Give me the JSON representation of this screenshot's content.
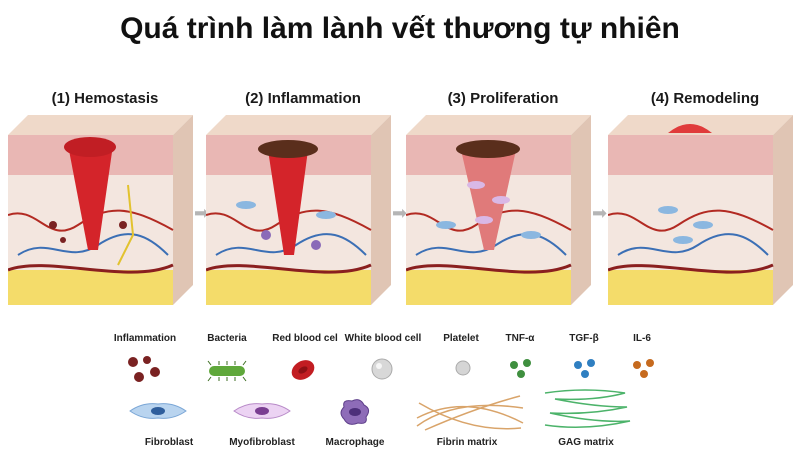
{
  "title": "Quá trình làm lành vết thương tự nhiên",
  "stages": [
    {
      "label": "(1) Hemostasis"
    },
    {
      "label": "(2) Inflammation"
    },
    {
      "label": "(3) Proliferation"
    },
    {
      "label": "(4) Remodeling"
    }
  ],
  "legend": {
    "row1": [
      "Inflammation",
      "Bacteria",
      "Red blood cel",
      "White blood cell",
      "Platelet",
      "TNF-α",
      "TGF-β",
      "IL-6"
    ],
    "row2": [
      "Fibroblast",
      "Myofibroblast",
      "Macrophage",
      "Fibrin matrix",
      "GAG matrix"
    ]
  },
  "colors": {
    "skin_top": "#efd9c9",
    "epidermis": "#e9b7b4",
    "dermis": "#f3e6df",
    "fat": "#f4dc6a",
    "blood": "#d4242a",
    "scab": "#5a2e1c",
    "vessel_red": "#b22a22",
    "vessel_blue": "#3b6fb5",
    "nerve_yellow": "#e2c22e"
  }
}
